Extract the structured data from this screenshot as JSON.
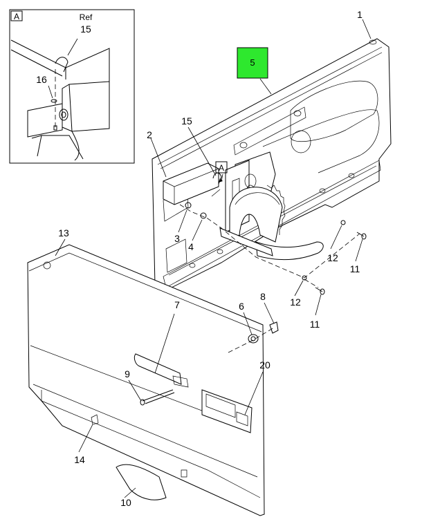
{
  "detail": {
    "label": "A",
    "ref_label": "Ref",
    "ref_callout": "15",
    "callout_16": "16"
  },
  "view_marker": "A",
  "highlight": {
    "callout": "5",
    "color": "#2ee82e"
  },
  "callouts": {
    "c1": "1",
    "c2": "2",
    "c3": "3",
    "c4": "4",
    "c6": "6",
    "c7": "7",
    "c8": "8",
    "c9": "9",
    "c10": "10",
    "c11a": "11",
    "c11b": "11",
    "c12a": "12",
    "c12b": "12",
    "c13": "13",
    "c14": "14",
    "c15": "15",
    "c20": "20"
  }
}
